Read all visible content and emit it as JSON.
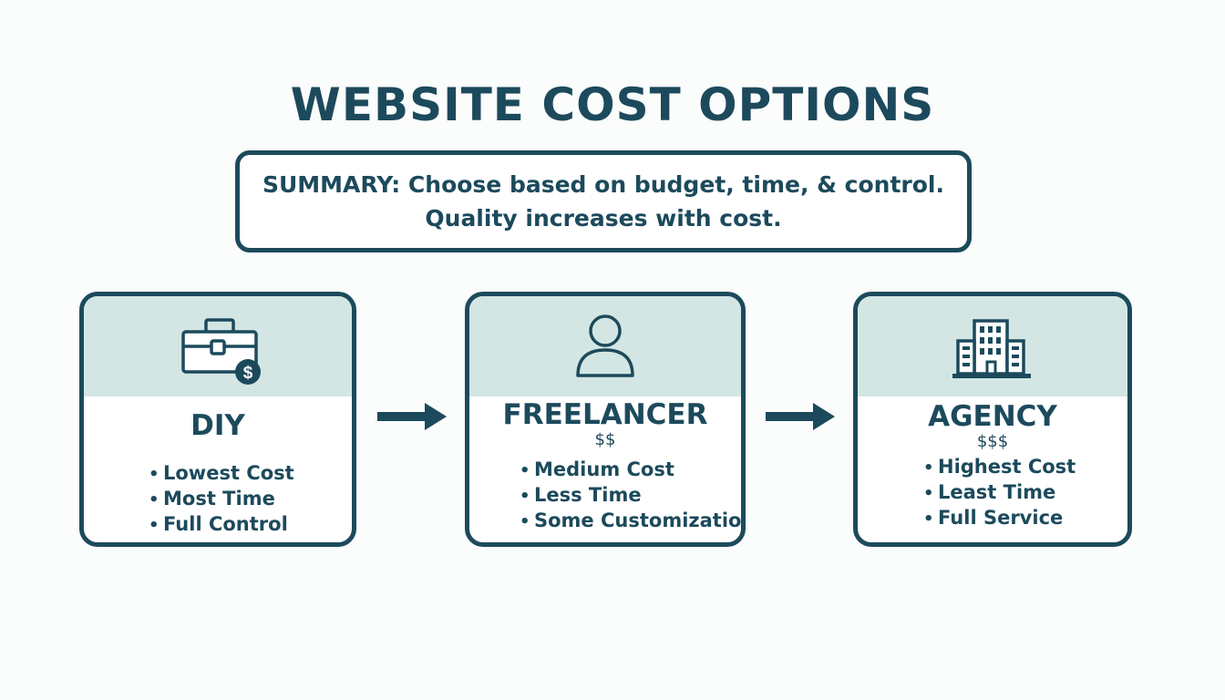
{
  "title": "WEBSITE COST OPTIONS",
  "summary": {
    "line1": "SUMMARY: Choose based on budget, time, & control.",
    "line2": "Quality increases with cost."
  },
  "colors": {
    "primary": "#1c4a5c",
    "header_fill": "#d3e6e3",
    "background": "#fbfcfc"
  },
  "bullet": "•",
  "options": [
    {
      "icon": "toolbox-dollar-icon",
      "title": "DIY",
      "items": [
        "Lowest Cost",
        "Most Time",
        "Full Control"
      ]
    },
    {
      "icon": "person-icon",
      "title": "FREELANCER",
      "price": "$$",
      "items": [
        "Medium Cost",
        "Less Time",
        "Some Customization"
      ]
    },
    {
      "icon": "building-icon",
      "title": "AGENCY",
      "price": "$$$",
      "items": [
        "Highest Cost",
        "Least Time",
        "Full Service"
      ]
    }
  ]
}
